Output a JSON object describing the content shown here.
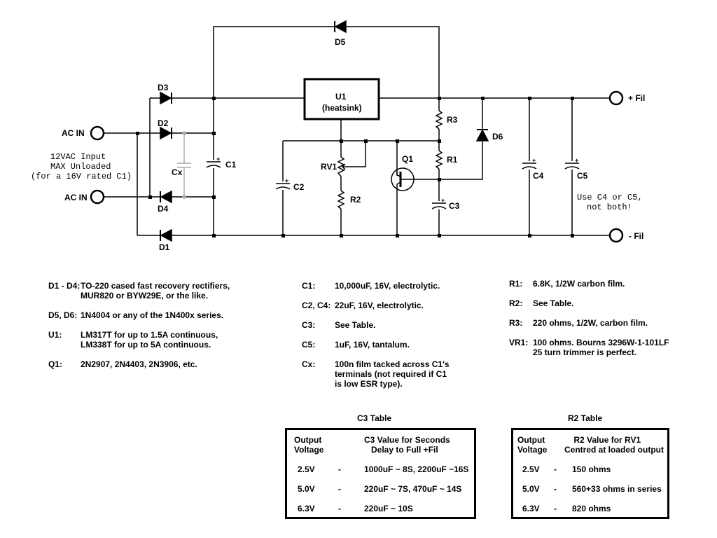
{
  "schematic": {
    "ac_in_top": "AC IN",
    "ac_in_bottom": "AC IN",
    "input_note": [
      "12VAC Input",
      "MAX Unloaded",
      "(for a 16V rated C1)"
    ],
    "plus_fil": "+ Fil",
    "minus_fil": "- Fil",
    "u1_line1": "U1",
    "u1_line2": "(heatsink)",
    "d1": "D1",
    "d2": "D2",
    "d3": "D3",
    "d4": "D4",
    "d5": "D5",
    "d6": "D6",
    "c1": "C1",
    "c2": "C2",
    "c3": "C3",
    "c4": "C4",
    "c5": "C5",
    "cx": "Cx",
    "r1": "R1",
    "r2": "R2",
    "r3": "R3",
    "rv1": "RV1",
    "q1": "Q1",
    "plus_sign": "+",
    "c4c5_note": [
      "Use C4 or C5,",
      "not both!"
    ]
  },
  "parts_col1": [
    {
      "key": "D1 - D4:",
      "value": "TO-220 cased fast recovery rectifiers,\nMUR820 or BYW29E, or the like."
    },
    {
      "key": "D5, D6:",
      "value": "1N4004 or any of the 1N400x series."
    },
    {
      "key": "U1:",
      "value": "LM317T for up to 1.5A continuous,\nLM338T for up to 5A continuous."
    },
    {
      "key": "Q1:",
      "value": "2N2907, 2N4403, 2N3906, etc."
    }
  ],
  "parts_col2": [
    {
      "key": "C1:",
      "value": "10,000uF, 16V, electrolytic."
    },
    {
      "key": "C2, C4:",
      "value": "22uF, 16V, electrolytic."
    },
    {
      "key": "C3:",
      "value": "See Table."
    },
    {
      "key": "C5:",
      "value": "1uF, 16V, tantalum."
    },
    {
      "key": "Cx:",
      "value": "100n film tacked across C1's\nterminals (not required if C1\nis low ESR type)."
    }
  ],
  "parts_col3": [
    {
      "key": "R1:",
      "value": "6.8K, 1/2W carbon film."
    },
    {
      "key": "R2:",
      "value": "See Table."
    },
    {
      "key": "R3:",
      "value": "220 ohms, 1/2W, carbon film."
    },
    {
      "key": "VR1:",
      "value": "100 ohms. Bourns 3296W-1-101LF\n25 turn trimmer is perfect."
    }
  ],
  "c3_table": {
    "title": "C3 Table",
    "header_left": "Output\nVoltage",
    "header_right": "C3 Value for Seconds\n   Delay to Full +Fil",
    "rows": [
      {
        "voltage": "2.5V",
        "dash": "-",
        "value": "1000uF ~ 8S, 2200uF ~16S"
      },
      {
        "voltage": "5.0V",
        "dash": "-",
        "value": "220uF ~ 7S, 470uF ~ 14S"
      },
      {
        "voltage": "6.3V",
        "dash": "-",
        "value": "220uF ~ 10S"
      }
    ]
  },
  "r2_table": {
    "title": "R2 Table",
    "header_left": "Output\nVoltage",
    "header_right": "    R2 Value for RV1\nCentred at loaded output",
    "rows": [
      {
        "voltage": "2.5V",
        "dash": "-",
        "value": "150 ohms"
      },
      {
        "voltage": "5.0V",
        "dash": "-",
        "value": "560+33 ohms in series"
      },
      {
        "voltage": "6.3V",
        "dash": "-",
        "value": "820 ohms"
      }
    ]
  }
}
